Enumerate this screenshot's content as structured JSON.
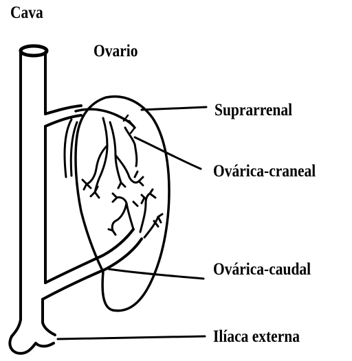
{
  "labels": {
    "cava": "Cava",
    "ovario": "Ovario",
    "suprarrenal": "Suprarrenal",
    "ovarica_craneal": "Ovárica-craneal",
    "ovarica_caudal": "Ovárica-caudal",
    "iliaca_externa": "Ilíaca externa"
  },
  "colors": {
    "ink": "#000000",
    "paper": "#ffffff"
  }
}
